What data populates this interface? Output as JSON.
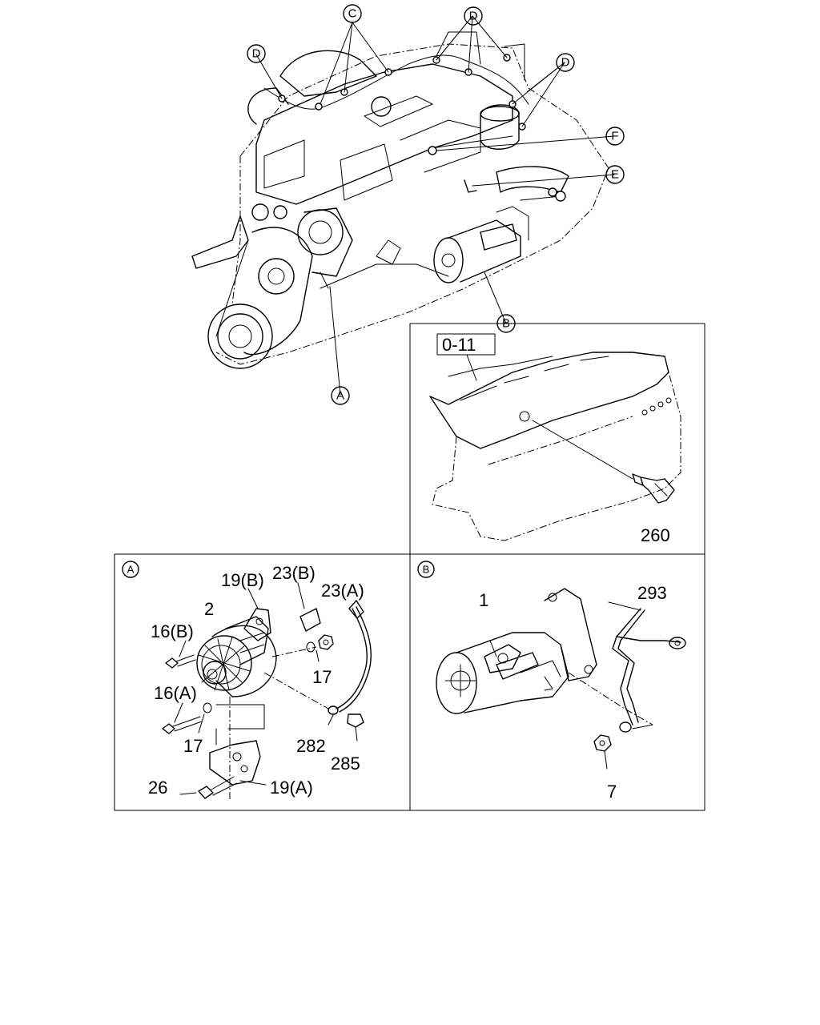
{
  "callouts": {
    "C": "C",
    "D": "D",
    "F": "F",
    "E": "E",
    "B": "B",
    "A": "A"
  },
  "ref_box": "0-11",
  "parts": {
    "p260": "260",
    "p19b": "19(B)",
    "p23b": "23(B)",
    "p23a": "23(A)",
    "p2": "2",
    "p16b": "16(B)",
    "p17a": "17",
    "p16a": "16(A)",
    "p17b": "17",
    "p282": "282",
    "p285": "285",
    "p26": "26",
    "p19a": "19(A)",
    "p1": "1",
    "p293": "293",
    "p7": "7"
  }
}
